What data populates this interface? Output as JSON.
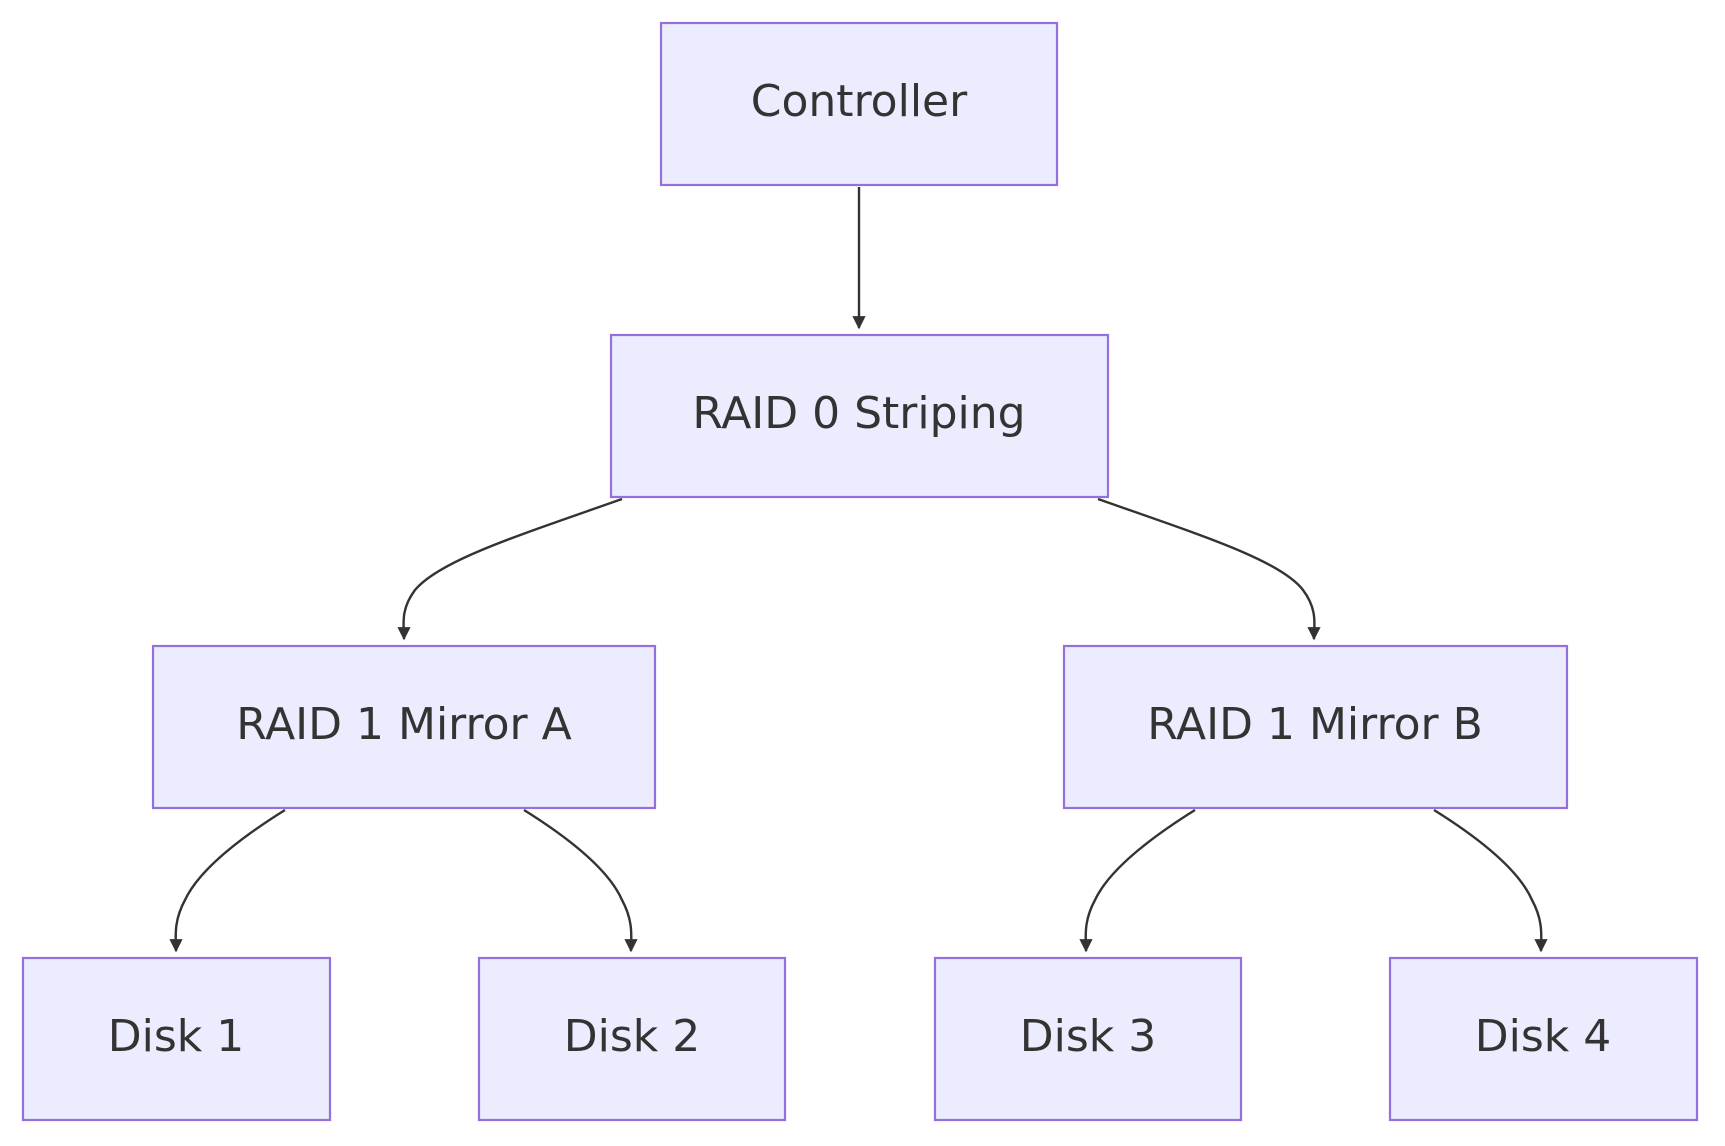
{
  "diagram": {
    "nodes": [
      {
        "id": "controller",
        "label": "Controller"
      },
      {
        "id": "raid0",
        "label": "RAID 0 Striping"
      },
      {
        "id": "mirrorA",
        "label": "RAID 1 Mirror A"
      },
      {
        "id": "mirrorB",
        "label": "RAID 1 Mirror B"
      },
      {
        "id": "disk1",
        "label": "Disk 1"
      },
      {
        "id": "disk2",
        "label": "Disk 2"
      },
      {
        "id": "disk3",
        "label": "Disk 3"
      },
      {
        "id": "disk4",
        "label": "Disk 4"
      }
    ],
    "edges": [
      {
        "from": "controller",
        "to": "raid0"
      },
      {
        "from": "raid0",
        "to": "mirrorA"
      },
      {
        "from": "raid0",
        "to": "mirrorB"
      },
      {
        "from": "mirrorA",
        "to": "disk1"
      },
      {
        "from": "mirrorA",
        "to": "disk2"
      },
      {
        "from": "mirrorB",
        "to": "disk3"
      },
      {
        "from": "mirrorB",
        "to": "disk4"
      }
    ],
    "colors": {
      "node_fill": "#ECECFF",
      "node_stroke": "#9370DB",
      "edge": "#333333",
      "text": "#333333"
    }
  }
}
